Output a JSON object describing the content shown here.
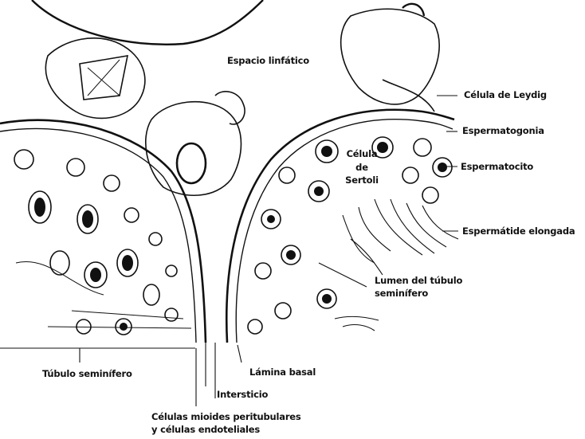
{
  "labels": {
    "espacio_linfatico": "Espacio linfático",
    "celula_leydig": "Célula de Leydig",
    "espermatogonia": "Espermatogonia",
    "celula_sertoli_1": "Célula",
    "celula_sertoli_2": "de",
    "celula_sertoli_3": "Sertoli",
    "espermatocito": "Espermatocito",
    "espermatide": "Espermátide elongada",
    "lumen_1": "Lumen del túbulo",
    "lumen_2": "seminífero",
    "lamina_basal": "Lámina basal",
    "tubulo": "Túbulo seminífero",
    "intersticio": "Intersticio",
    "mioides_1": "Células mioides peritubulares",
    "mioides_2": "y células endoteliales"
  }
}
